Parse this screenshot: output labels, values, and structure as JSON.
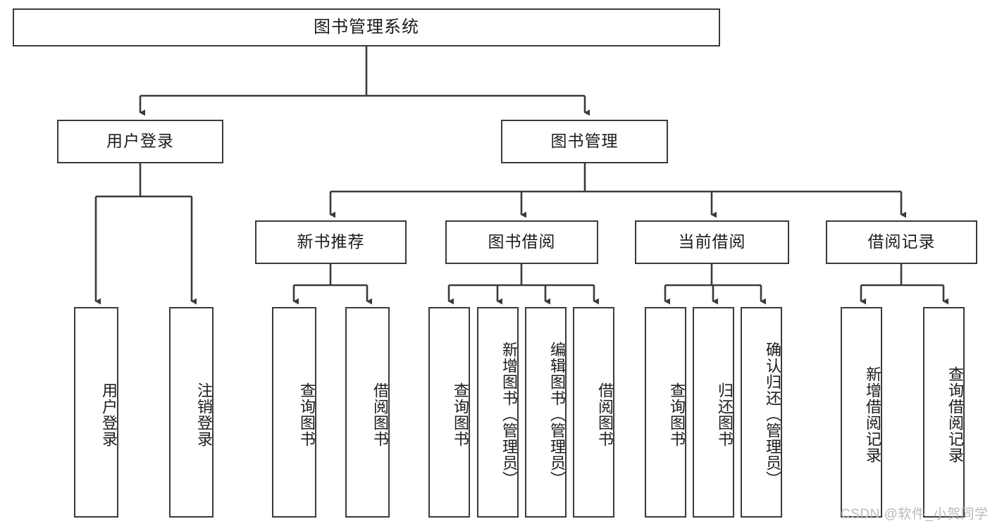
{
  "diagram": {
    "title_node": {
      "label": "图书管理系统"
    },
    "level2": [
      {
        "id": "user-login",
        "label": "用户登录"
      },
      {
        "id": "book-management",
        "label": "图书管理"
      }
    ],
    "level3": [
      {
        "id": "new-book-recommend",
        "label": "新书推荐"
      },
      {
        "id": "book-borrow",
        "label": "图书借阅"
      },
      {
        "id": "current-borrow",
        "label": "当前借阅"
      },
      {
        "id": "borrow-record",
        "label": "借阅记录"
      }
    ],
    "leaves": {
      "user_login": [
        {
          "id": "leaf-user-login",
          "label": "用户登录"
        },
        {
          "id": "leaf-logout-login",
          "label": "注销登录"
        }
      ],
      "new_book_recommend": [
        {
          "id": "leaf-query-book-1",
          "label": "查询图书"
        },
        {
          "id": "leaf-borrow-book-1",
          "label": "借阅图书"
        }
      ],
      "book_borrow": [
        {
          "id": "leaf-query-book-2",
          "label": "查询图书"
        },
        {
          "id": "leaf-add-book",
          "label": "新增图书（管理员）"
        },
        {
          "id": "leaf-edit-book",
          "label": "编辑图书（管理员）"
        },
        {
          "id": "leaf-borrow-book-2",
          "label": "借阅图书"
        }
      ],
      "current_borrow": [
        {
          "id": "leaf-query-book-3",
          "label": "查询图书"
        },
        {
          "id": "leaf-return-book",
          "label": "归还图书"
        },
        {
          "id": "leaf-confirm-return",
          "label": "确认归还（管理员）"
        }
      ],
      "borrow_record": [
        {
          "id": "leaf-add-record",
          "label": "新增借阅记录"
        },
        {
          "id": "leaf-query-record",
          "label": "查询借阅记录"
        }
      ]
    },
    "watermark": "CSDN @软件_小贺同学",
    "colors": {
      "border": "#3a3a3a",
      "background": "#ffffff",
      "text": "#1c1c1c",
      "watermark": "#b9b9b9"
    }
  }
}
